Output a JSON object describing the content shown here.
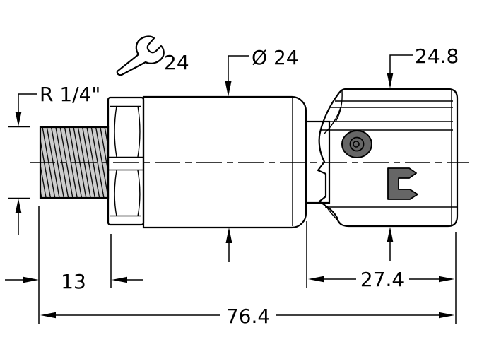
{
  "drawing": {
    "labels": {
      "thread_size": "R 1/4\"",
      "wrench_size": "24",
      "body_diameter": "Ø 24",
      "connector_width": "24.8",
      "thread_length": "13",
      "connector_length": "27.4",
      "overall_length": "76.4"
    },
    "colors": {
      "metal_fill": "#cccccc",
      "connector_fill": "#666666",
      "line": "#000000",
      "background": "#ffffff"
    },
    "icons": {
      "wrench": "wrench-icon"
    }
  }
}
